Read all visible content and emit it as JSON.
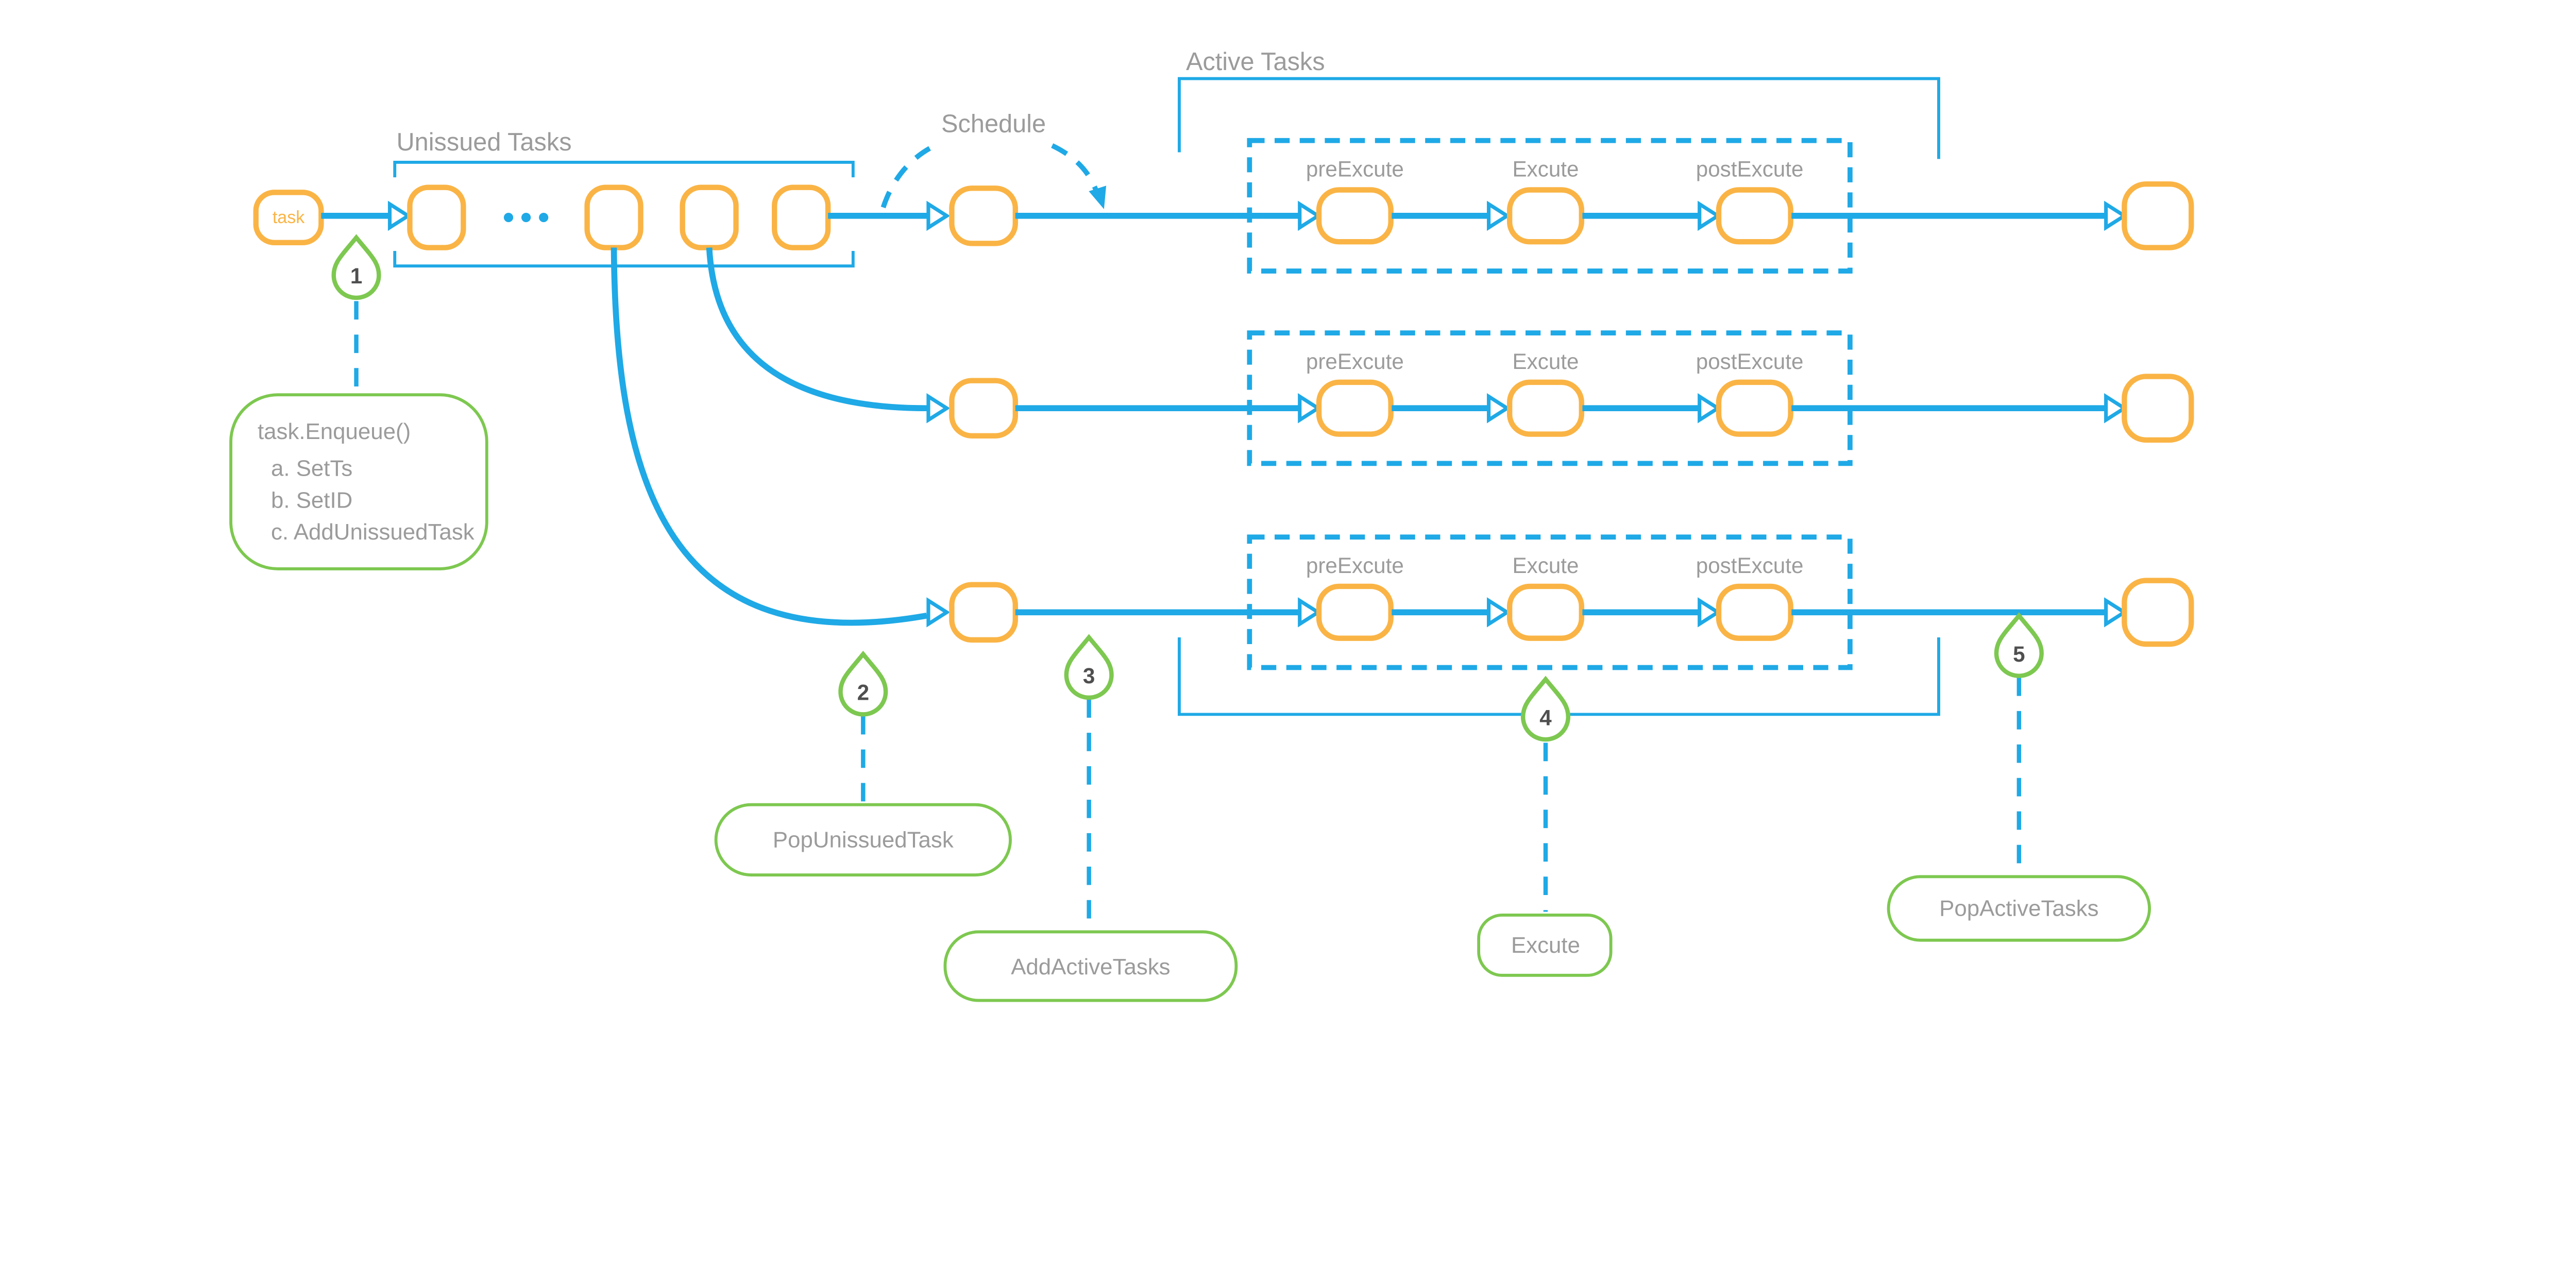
{
  "diagram": {
    "section_labels": {
      "unissued": "Unissued Tasks",
      "schedule": "Schedule",
      "active": "Active Tasks"
    },
    "task_node": "task",
    "stages": [
      "preExcute",
      "Excute",
      "postExcute"
    ],
    "markers": [
      {
        "num": "1",
        "lines": [
          "task.Enqueue()",
          "a. SetTs",
          "b. SetID",
          "c. AddUnissuedTask"
        ]
      },
      {
        "num": "2",
        "label": "PopUnissuedTask"
      },
      {
        "num": "3",
        "label": "AddActiveTasks"
      },
      {
        "num": "4",
        "label": "Excute"
      },
      {
        "num": "5",
        "label": "PopActiveTasks"
      }
    ],
    "colors": {
      "blue": "#1FA9E6",
      "orange": "#FAB445",
      "green": "#7DC850",
      "gray_text": "#9B9B9B",
      "dark_text": "#4F4F4F"
    }
  }
}
